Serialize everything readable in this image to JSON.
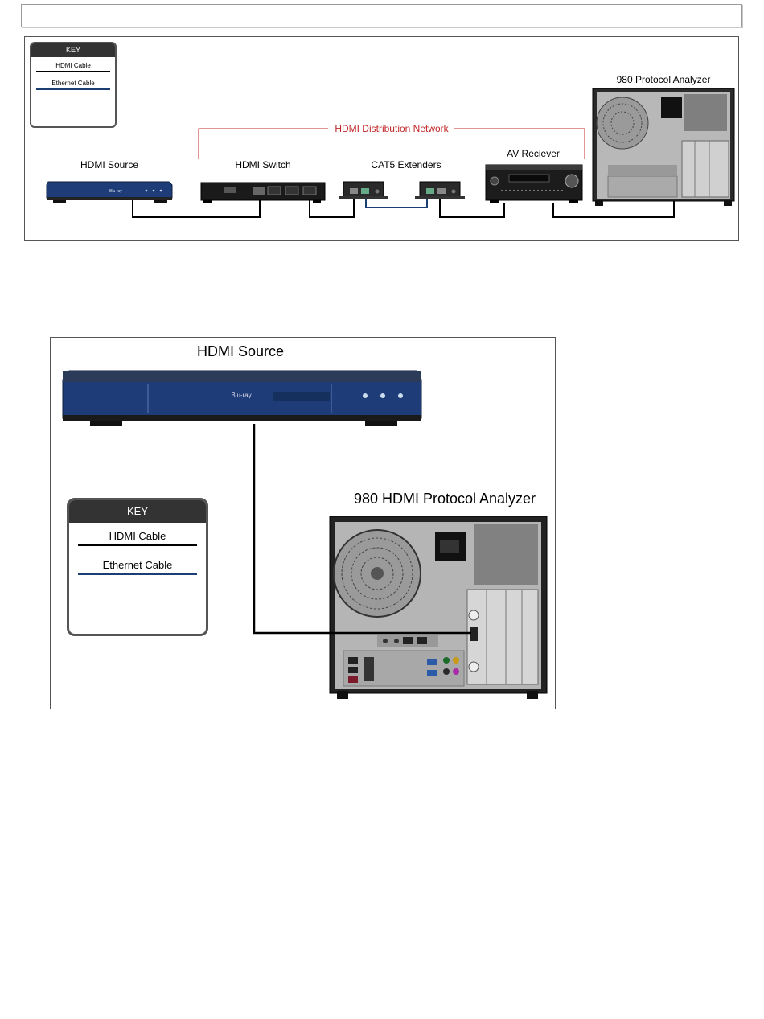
{
  "top_bar": {
    "text": ""
  },
  "diagram1": {
    "key": {
      "title": "KEY",
      "hdmi": "HDMI Cable",
      "ethernet": "Ethernet Cable"
    },
    "network_label": "HDMI Distribution Network",
    "devices": {
      "source": "HDMI Source",
      "switch": "HDMI Switch",
      "extenders": "CAT5 Extenders",
      "receiver": "AV Reciever",
      "analyzer": "980 Protocol Analyzer"
    }
  },
  "diagram2": {
    "source_label": "HDMI Source",
    "analyzer_label": "980 HDMI Protocol Analyzer",
    "key": {
      "title": "KEY",
      "hdmi": "HDMI Cable",
      "ethernet": "Ethernet Cable"
    }
  },
  "colors": {
    "hdmi_cable": "#000000",
    "ethernet_cable": "#1c3f73",
    "network_bracket": "#c0282a",
    "player_blue": "#1e3c78"
  },
  "icons": [
    "blu-ray-player-icon",
    "hdmi-switch-icon",
    "cat5-extender-icon",
    "av-receiver-icon",
    "pc-tower-icon",
    "fan-icon"
  ]
}
